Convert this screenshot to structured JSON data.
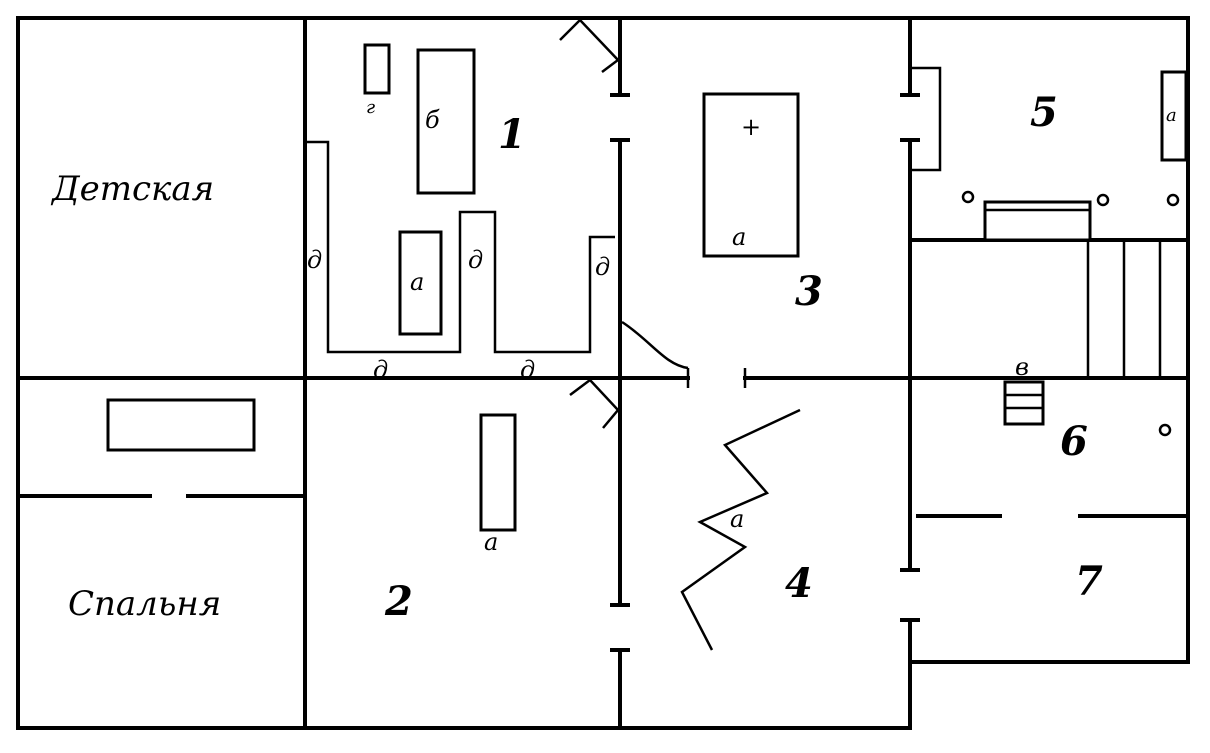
{
  "rooms": {
    "r1": "1",
    "r2": "2",
    "r3": "3",
    "r4": "4",
    "r5": "5",
    "r6": "6",
    "r7": "7",
    "nursery": "Детская",
    "bedroom": "Спальня"
  },
  "marks": {
    "a": "а",
    "b": "б",
    "v": "в",
    "g": "г",
    "d": "д",
    "plus": "+"
  }
}
